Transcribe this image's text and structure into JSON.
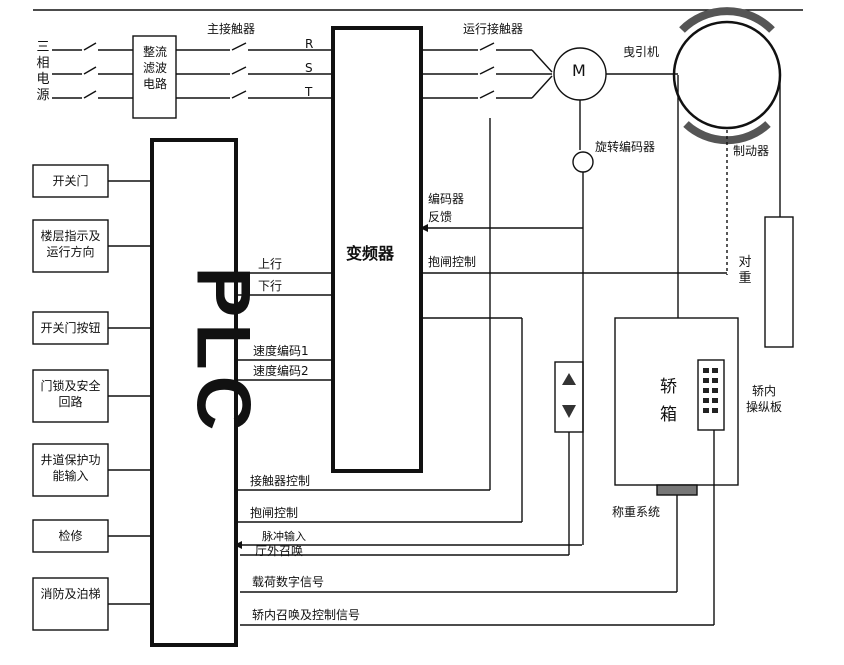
{
  "power": {
    "source_label": "三相电源",
    "rectifier": [
      "整流",
      "滤波",
      "电路"
    ],
    "main_contactor": "主接触器",
    "phases": [
      "R",
      "S",
      "T"
    ]
  },
  "inverter": {
    "label": "变频器"
  },
  "plc": {
    "label": "PLC"
  },
  "motor_side": {
    "run_contactor": "运行接触器",
    "motor": "M",
    "traction": "曳引机",
    "encoder": "旋转编码器",
    "brake": "制动器",
    "counterweight": "对重"
  },
  "inverter_signals": {
    "encoder_feedback": [
      "编码器",
      "反馈"
    ],
    "brake_control": "抱闸控制"
  },
  "plc_inputs": [
    {
      "label": "开关门"
    },
    {
      "label": "楼层指示及运行方向"
    },
    {
      "label": "开关门按钮"
    },
    {
      "label": "门锁及安全回路"
    },
    {
      "label": "井道保护功能输入"
    },
    {
      "label": "检修"
    },
    {
      "label": "消防及泊梯"
    }
  ],
  "plc_to_inverter": {
    "up": "上行",
    "down": "下行",
    "speed1": "速度编码1",
    "speed2": "速度编码2"
  },
  "plc_bottom_signals": {
    "contactor_ctrl": "接触器控制",
    "brake_ctrl": "抱闸控制",
    "pulse_input": "脉冲输入",
    "hall_call": "厅外召唤",
    "load_signal": "载荷数字信号",
    "car_call": "轿内召唤及控制信号"
  },
  "car": {
    "label": [
      "轿",
      "箱"
    ],
    "panel": [
      "轿内",
      "操纵板"
    ],
    "weighing": "称重系统",
    "hall_buttons": [
      "▲",
      "▼"
    ]
  }
}
